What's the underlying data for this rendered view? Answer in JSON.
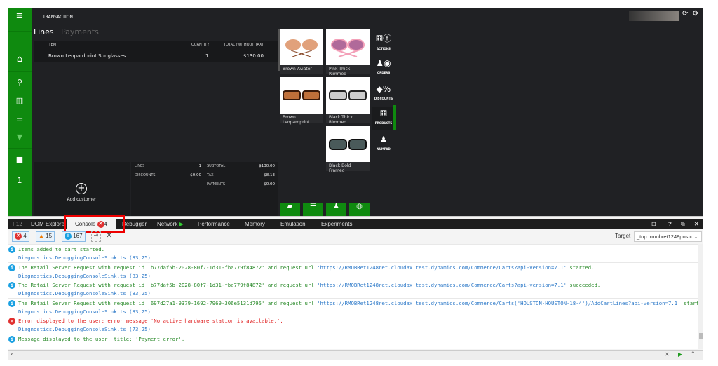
{
  "pos": {
    "title": "TRANSACTION",
    "tabs": [
      "Lines",
      "Payments"
    ],
    "grid": {
      "headers": [
        "ITEM",
        "QUANTITY",
        "TOTAL (WITHOUT TAX)"
      ],
      "rows": [
        {
          "item": "Brown Leopardprint Sunglasses",
          "qty": "1",
          "total": "$130.00"
        }
      ]
    },
    "sidebar_badge": "1",
    "add_customer": "Add customer",
    "totals": {
      "lines_label": "LINES",
      "lines": "1",
      "discounts_label": "DISCOUNTS",
      "discounts": "$0.00",
      "subtotal_label": "SUBTOTAL",
      "subtotal": "$130.00",
      "tax_label": "TAX",
      "tax": "$8.13",
      "payments_label": "PAYMENTS",
      "payments": "$0.00"
    },
    "products": [
      "Brown Aviator",
      "Pink Thick Rimmed",
      "Brown Leopardprint",
      "Black Thick Rimmed",
      "Black Bold Framed"
    ],
    "nav": [
      "ACTIONS",
      "ORDERS",
      "DISCOUNTS",
      "PRODUCTS",
      "NUMPAD"
    ],
    "accent": "#0f8a0f"
  },
  "devtools": {
    "f12": "F12",
    "tabs": [
      "DOM Explorer",
      "Console",
      "Debugger",
      "Network",
      "Performance",
      "Memory",
      "Emulation",
      "Experiments"
    ],
    "console_errors": "4",
    "filters": {
      "errors": "4",
      "warnings": "15",
      "info": "167"
    },
    "target_label": "Target",
    "target_value": "_top: rmobret1248pos.c",
    "log": [
      {
        "type": "info",
        "parts": [
          {
            "t": "Items added to cart started."
          }
        ],
        "src": "Diagnostics.DebuggingConsoleSink.ts (83,25)"
      },
      {
        "type": "info",
        "parts": [
          {
            "t": "The Retail Server Request with request id 'b77daf5b-2028-80f7-1d31-fba779f84872' and request url "
          },
          {
            "u": "'https://RMOBRet1248ret.cloudax.test.dynamics.com/Commerce/Carts?api-version=7.1'"
          },
          {
            "t": " started."
          }
        ],
        "src": "Diagnostics.DebuggingConsoleSink.ts (83,25)"
      },
      {
        "type": "info",
        "parts": [
          {
            "t": "The Retail Server Request with request id 'b77daf5b-2028-80f7-1d31-fba779f84872' and request url "
          },
          {
            "u": "'https://RMOBRet1248ret.cloudax.test.dynamics.com/Commerce/Carts?api-version=7.1'"
          },
          {
            "t": " succeeded."
          }
        ],
        "src": "Diagnostics.DebuggingConsoleSink.ts (83,25)"
      },
      {
        "type": "info",
        "parts": [
          {
            "t": "The Retail Server Request with request id '697d27a1-9379-1692-7969-306e5131d795' and request url "
          },
          {
            "u": "'https://RMOBRet1248ret.cloudax.test.dynamics.com/Commerce/Carts('HOUSTON-HOUSTON-18-4')/AddCartLines?api-version=7.1'"
          },
          {
            "t": " started."
          }
        ],
        "src": "Diagnostics.DebuggingConsoleSink.ts (83,25)"
      },
      {
        "type": "error",
        "parts": [
          {
            "t": "Error displayed to the user: error message 'No active hardware station is available.'."
          }
        ],
        "src": "Diagnostics.DebuggingConsoleSink.ts (73,25)"
      },
      {
        "type": "info",
        "parts": [
          {
            "t": "Message displayed to the user: title: 'Payment error'."
          }
        ],
        "src": ""
      }
    ],
    "prompt": "›"
  }
}
